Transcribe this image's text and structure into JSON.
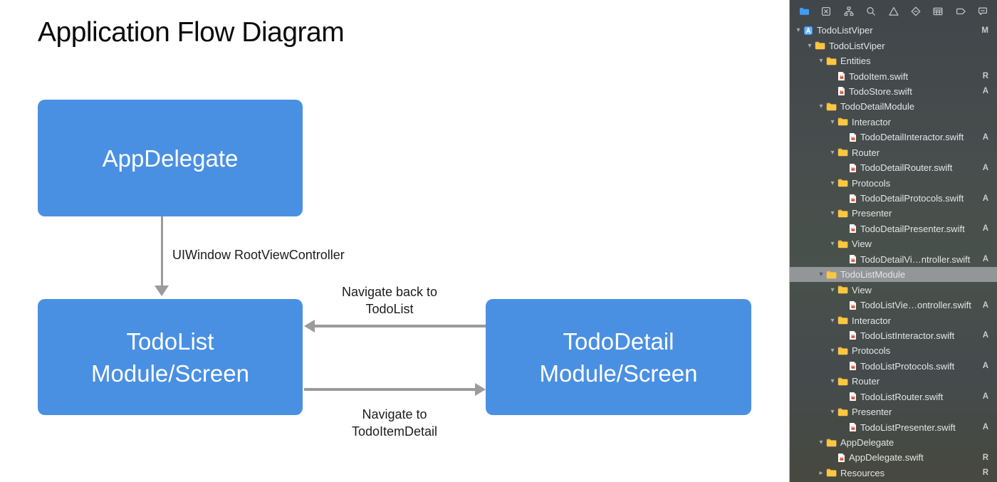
{
  "colors": {
    "node_blue": "#4a90e2",
    "arrow_gray": "#9b9b9b",
    "navigator_background": "#464b4d",
    "navigator_selection": "#939699",
    "folder_yellow": "#fdc640",
    "swift_orange": "#e8502f",
    "toolbar_active_blue": "#3f9cf6"
  },
  "diagram": {
    "title": "Application Flow Diagram",
    "nodes": [
      {
        "id": "appdelegate",
        "lines": [
          "AppDelegate"
        ]
      },
      {
        "id": "todolist",
        "lines": [
          "TodoList",
          "Module/Screen"
        ]
      },
      {
        "id": "tododetail",
        "lines": [
          "TodoDetail",
          "Module/Screen"
        ]
      }
    ],
    "edges": [
      {
        "from": "appdelegate",
        "to": "todolist",
        "label_lines": [
          "UIWindow RootViewController"
        ]
      },
      {
        "from": "tododetail",
        "to": "todolist",
        "label_lines": [
          "Navigate back to",
          "TodoList"
        ]
      },
      {
        "from": "todolist",
        "to": "tododetail",
        "label_lines": [
          "Navigate to",
          "TodoItemDetail"
        ]
      }
    ]
  },
  "navigator": {
    "toolbar_icons": [
      "project-navigator",
      "source-control",
      "symbol-navigator",
      "search",
      "issues",
      "tests",
      "debug",
      "breakpoints",
      "reports"
    ],
    "active_toolbar_icon": "project-navigator",
    "rows": [
      {
        "label": "TodoListViper",
        "level": 0,
        "type": "project",
        "disclosure": "down",
        "status": "M"
      },
      {
        "label": "TodoListViper",
        "level": 1,
        "type": "folder",
        "disclosure": "down",
        "status": ""
      },
      {
        "label": "Entities",
        "level": 2,
        "type": "folder",
        "disclosure": "down",
        "status": ""
      },
      {
        "label": "TodoItem.swift",
        "level": 3,
        "type": "file",
        "status": "R"
      },
      {
        "label": "TodoStore.swift",
        "level": 3,
        "type": "file",
        "status": "A"
      },
      {
        "label": "TodoDetailModule",
        "level": 2,
        "type": "folder",
        "disclosure": "down",
        "status": ""
      },
      {
        "label": "Interactor",
        "level": 3,
        "type": "folder",
        "disclosure": "down",
        "status": ""
      },
      {
        "label": "TodoDetailInteractor.swift",
        "level": 4,
        "type": "file",
        "status": "A"
      },
      {
        "label": "Router",
        "level": 3,
        "type": "folder",
        "disclosure": "down",
        "status": ""
      },
      {
        "label": "TodoDetailRouter.swift",
        "level": 4,
        "type": "file",
        "status": "A"
      },
      {
        "label": "Protocols",
        "level": 3,
        "type": "folder",
        "disclosure": "down",
        "status": ""
      },
      {
        "label": "TodoDetailProtocols.swift",
        "level": 4,
        "type": "file",
        "status": "A"
      },
      {
        "label": "Presenter",
        "level": 3,
        "type": "folder",
        "disclosure": "down",
        "status": ""
      },
      {
        "label": "TodoDetailPresenter.swift",
        "level": 4,
        "type": "file",
        "status": "A"
      },
      {
        "label": "View",
        "level": 3,
        "type": "folder",
        "disclosure": "down",
        "status": ""
      },
      {
        "label": "TodoDetailVi…ntroller.swift",
        "level": 4,
        "type": "file",
        "status": "A"
      },
      {
        "label": "TodoListModule",
        "level": 2,
        "type": "folder",
        "disclosure": "down",
        "status": "",
        "selected": true
      },
      {
        "label": "View",
        "level": 3,
        "type": "folder",
        "disclosure": "down",
        "status": ""
      },
      {
        "label": "TodoListVie…ontroller.swift",
        "level": 4,
        "type": "file",
        "status": "A"
      },
      {
        "label": "Interactor",
        "level": 3,
        "type": "folder",
        "disclosure": "down",
        "status": ""
      },
      {
        "label": "TodoListInteractor.swift",
        "level": 4,
        "type": "file",
        "status": "A"
      },
      {
        "label": "Protocols",
        "level": 3,
        "type": "folder",
        "disclosure": "down",
        "status": ""
      },
      {
        "label": "TodoListProtocols.swift",
        "level": 4,
        "type": "file",
        "status": "A"
      },
      {
        "label": "Router",
        "level": 3,
        "type": "folder",
        "disclosure": "down",
        "status": ""
      },
      {
        "label": "TodoListRouter.swift",
        "level": 4,
        "type": "file",
        "status": "A"
      },
      {
        "label": "Presenter",
        "level": 3,
        "type": "folder",
        "disclosure": "down",
        "status": ""
      },
      {
        "label": "TodoListPresenter.swift",
        "level": 4,
        "type": "file",
        "status": "A"
      },
      {
        "label": "AppDelegate",
        "level": 2,
        "type": "folder",
        "disclosure": "down",
        "status": ""
      },
      {
        "label": "AppDelegate.swift",
        "level": 3,
        "type": "file",
        "status": "R"
      },
      {
        "label": "Resources",
        "level": 2,
        "type": "folder",
        "disclosure": "right",
        "status": "R"
      }
    ]
  }
}
